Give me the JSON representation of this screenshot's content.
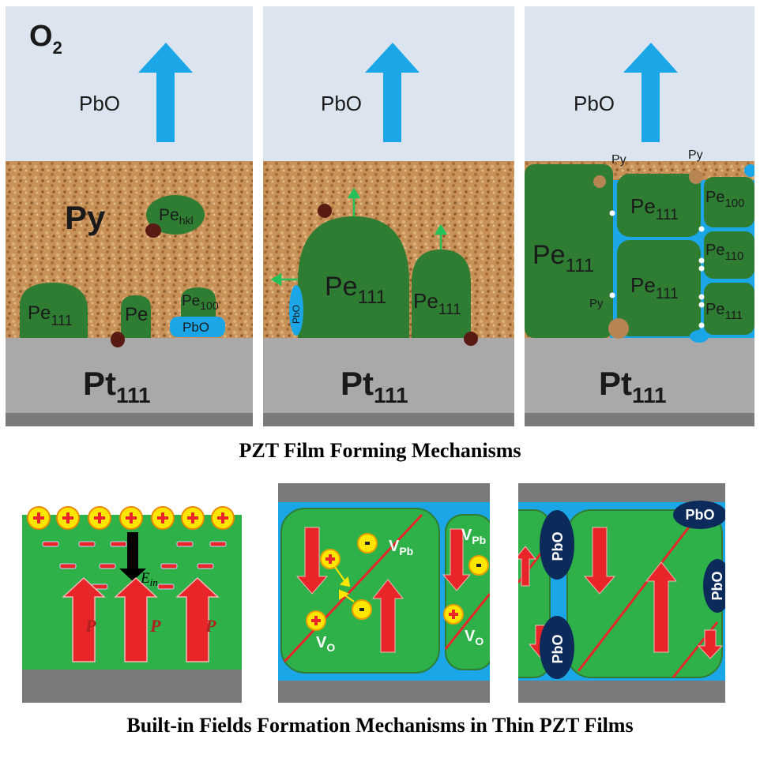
{
  "top": {
    "caption": "PZT Film Forming Mechanisms",
    "panel1": {
      "gas": "O",
      "gas_sub": "2",
      "pbo": "PbO",
      "py": "Py",
      "pe_hkl": "Pe",
      "pe_hkl_sub": "hkl",
      "pe111": "Pe",
      "pe111_sub": "111",
      "pe": "Pe",
      "pe100": "Pe",
      "pe100_sub": "100",
      "pbo_small": "PbO",
      "pt": "Pt",
      "pt_sub": "111"
    },
    "panel2": {
      "pbo": "PbO",
      "pbo_side": "PbO",
      "pe_big": "Pe",
      "pe_big_sub": "111",
      "pe_small": "Pe",
      "pe_small_sub": "111",
      "pt": "Pt",
      "pt_sub": "111"
    },
    "panel3": {
      "pbo": "PbO",
      "py1": "Py",
      "py2": "Py",
      "py3": "Py",
      "pe_left": "Pe",
      "pe_left_sub": "111",
      "pe_mid_top": "Pe",
      "pe_mid_top_sub": "111",
      "pe_mid_bot": "Pe",
      "pe_mid_bot_sub": "111",
      "pe_r1": "Pe",
      "pe_r1_sub": "100",
      "pe_r2": "Pe",
      "pe_r2_sub": "110",
      "pe_r3": "Pe",
      "pe_r3_sub": "111",
      "pt": "Pt",
      "pt_sub": "111"
    }
  },
  "bottom": {
    "caption": "Built-in Fields Formation Mechanisms in Thin PZT Films",
    "panel1": {
      "e_field": "E",
      "e_field_sub": "in",
      "p_labels": [
        "P",
        "P",
        "P"
      ],
      "plus": "+",
      "minus": "−"
    },
    "panel2": {
      "v_pb": "V",
      "v_pb_sub": "Pb",
      "v_pb2": "V",
      "v_pb2_sub": "Pb",
      "v_o": "V",
      "v_o_sub": "O",
      "v_o2": "V",
      "v_o2_sub": "O",
      "plus": "+",
      "minus": "-"
    },
    "panel3": {
      "pbo_labels": [
        "PbO",
        "PbO",
        "PbO",
        "PbO"
      ]
    }
  },
  "colors": {
    "sky": "#dce5ef",
    "sand": "#c9935a",
    "grain": "#2f7d32",
    "pt": "#a9a9a9",
    "pt_dark": "#777777",
    "pbo_blue": "#1ba6e8",
    "arrow_red": "#e8262a",
    "film_green": "#2fb14a",
    "bottom_gray": "#7a7a7a",
    "navy": "#0c2a5a"
  }
}
